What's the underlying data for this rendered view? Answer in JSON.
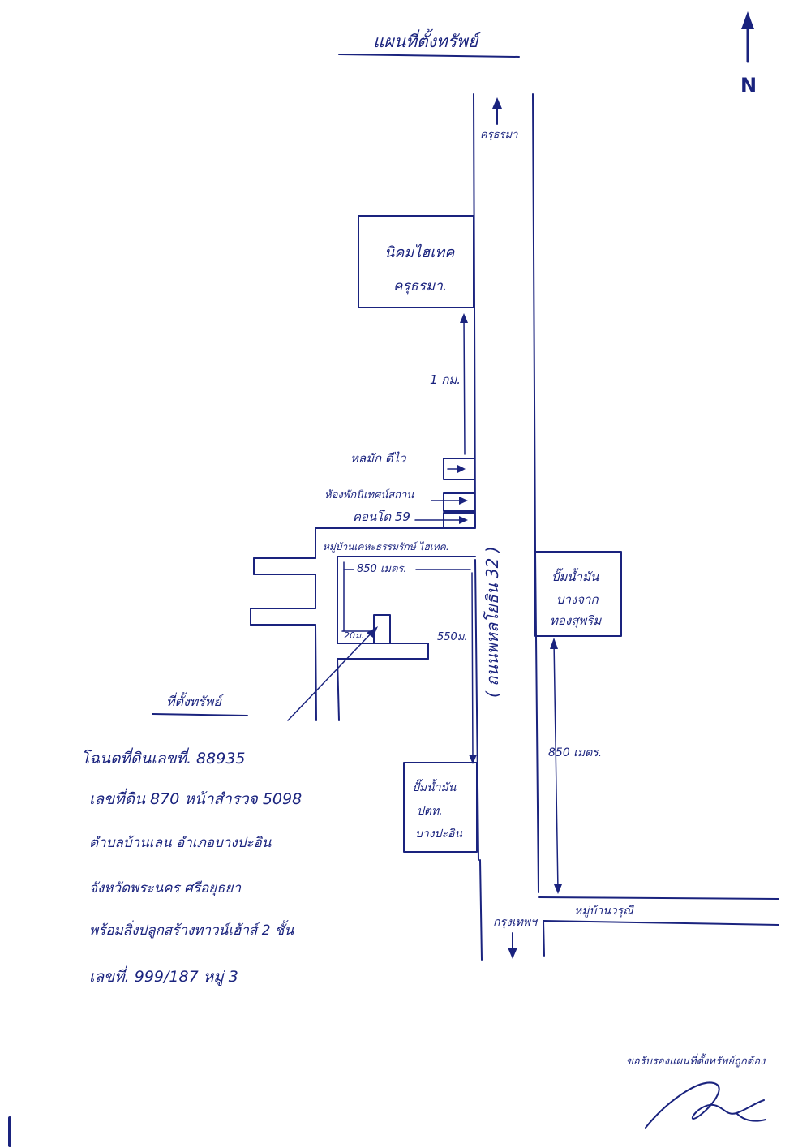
{
  "title": "แผนที่ตั้งทรัพย์",
  "north_label": "N",
  "road": {
    "name": "( ถนนพหลโยธิน 32 )",
    "north_destination": "ครุธรมา",
    "south_destination": "กรุงเทพฯ"
  },
  "landmarks": {
    "industrial_estate": [
      "นิคมไฮเทค",
      "ครุธรมา."
    ],
    "pt_station_1": [
      "ปั๊มน้ำมัน",
      "ปตท.",
      "บางปะอิน"
    ],
    "pt_station_2": [
      "ปั๊มน้ำมัน",
      "บางจาก",
      "ทองสุพรีม"
    ],
    "village_entrance": "หมู่บ้านเคหะธรรมรักษ์ ไฮเทค.",
    "side_road": "หมู่บ้านวรุณี",
    "shop_1": "หลมัก ดีไว",
    "shop_2": "ห้องพักนิเทศน์สถาน",
    "shop_3": "คอนโด 59"
  },
  "distances": {
    "to_estate": "1 กม.",
    "village_in": "850 เมตร.",
    "village_down": "550ม.",
    "pt_to_side": "850 เมตร.",
    "property_mark": "20ม."
  },
  "property_label": "ที่ตั้งทรัพย์",
  "property_details": [
    "โฉนดที่ดินเลขที่. 88935",
    "เลขที่ดิน 870 หน้าสำรวจ 5098",
    "ตำบลบ้านเลน อำเภอบางปะอิน",
    "จังหวัดพระนคร ศรีอยุธยา",
    "พร้อมสิ่งปลูกสร้างทาวน์เฮ้าส์ 2 ชั้น",
    "เลขที่. 999/187 หมู่ 3"
  ],
  "certification": "ขอรับรองแผนที่ตั้งทรัพย์ถูกต้อง",
  "signature": "signature",
  "colors": {
    "ink": "#1a237e",
    "paper": "#ffffff"
  },
  "icons": [
    "north-arrow-icon",
    "arrow-up-icon",
    "arrow-down-icon"
  ]
}
